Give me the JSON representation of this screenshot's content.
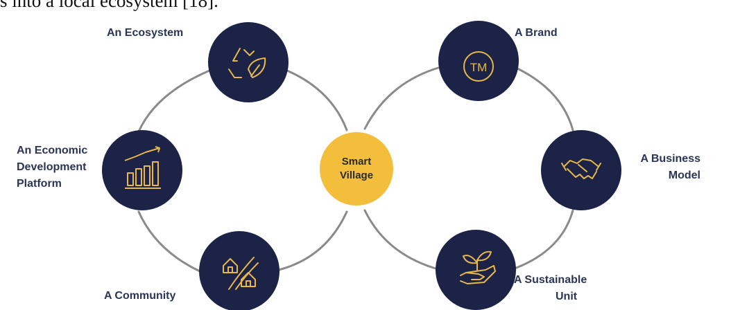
{
  "header_text": "s into a local ecosystem [18].",
  "center": {
    "line1": "Smart",
    "line2": "Village"
  },
  "nodes": {
    "ecosystem": {
      "label": "An Ecosystem",
      "icon": "recycle-leaf-icon"
    },
    "economic": {
      "line1": "An Economic",
      "line2": "Development",
      "line3": "Platform",
      "icon": "bar-chart-growth-icon"
    },
    "community": {
      "label": "A Community",
      "icon": "houses-icon"
    },
    "brand": {
      "label": "A Brand",
      "icon_text": "TM",
      "icon": "trademark-icon"
    },
    "business": {
      "line1": "A Business",
      "line2": "Model",
      "icon": "handshake-icon"
    },
    "sustainable": {
      "line1": "A Sustainable",
      "line2": "Unit",
      "icon": "hand-sprout-icon"
    }
  },
  "colors": {
    "node_fill": "#1c2347",
    "icon_stroke": "#e8b84a",
    "center_fill": "#f2be3c",
    "label_text": "#2a3556",
    "connector": "#8a8a8a"
  }
}
